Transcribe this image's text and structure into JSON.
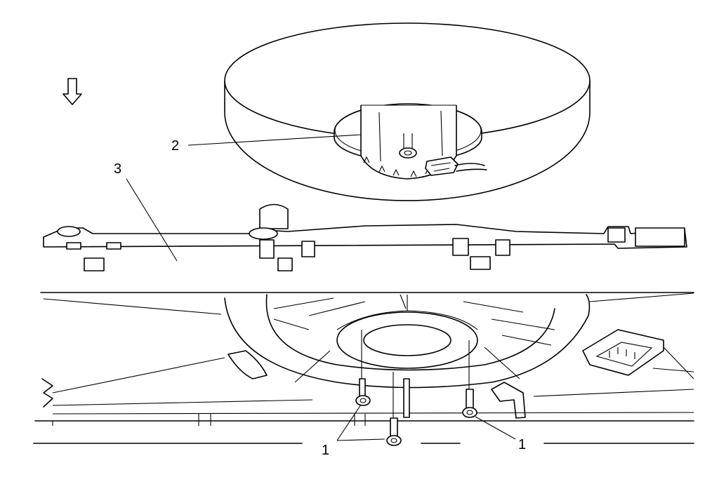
{
  "callouts": {
    "fastener_left": "1",
    "fastener_right": "1",
    "fan_motor": "2",
    "fan_shroud": "3"
  },
  "arrow_icon": "arrow-down-icon",
  "colors": {
    "line": "#000000",
    "background": "#ffffff"
  }
}
